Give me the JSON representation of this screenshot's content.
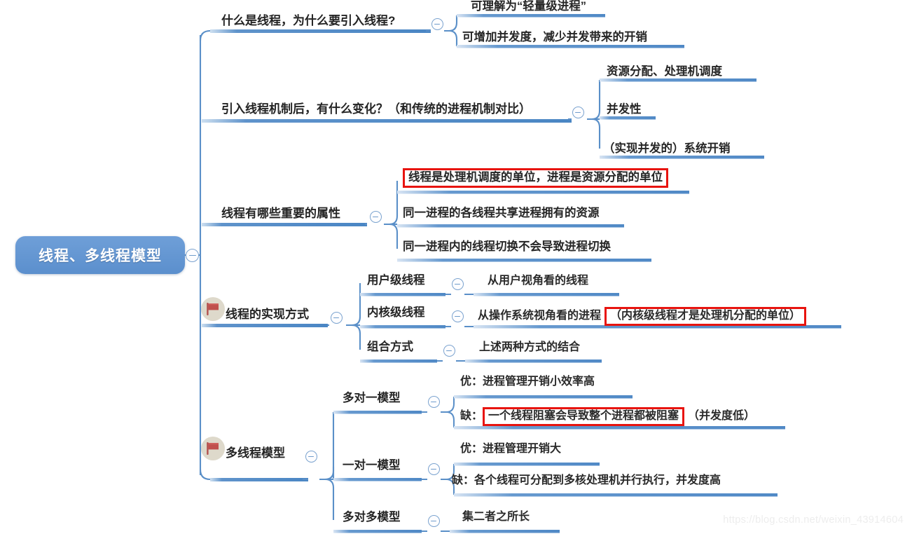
{
  "watermark": "https://blog.csdn.net/weixin_43914604",
  "colors": {
    "root_fill": "#5b8fcd",
    "root_text": "#ffffff",
    "branch_line": "#5a8fc8",
    "underline_dark": "#4a86c4",
    "underline_light": "#b9d2ea",
    "highlight_border": "#e8140f",
    "toggle_border": "#7ba3cf",
    "flag_badge_bg": "#ded9cb",
    "flag_red": "#c0504d",
    "text": "#2b2b2b",
    "background": "#ffffff"
  },
  "root": {
    "label": "线程、多线程模型",
    "toggle": "collapse-toggle"
  },
  "branches": [
    {
      "id": "b1",
      "label": "什么是线程，为什么要引入线程?",
      "flag": false,
      "children": [
        {
          "label": "可理解为“轻量级进程”",
          "highlight": null,
          "children": []
        },
        {
          "label": "可增加并发度，减少并发带来的开销",
          "highlight": null,
          "children": []
        }
      ]
    },
    {
      "id": "b2",
      "label": "引入线程机制后，有什么变化？（和传统的进程机制对比）",
      "flag": false,
      "children": [
        {
          "label": "资源分配、处理机调度",
          "highlight": null,
          "children": []
        },
        {
          "label": "并发性",
          "highlight": null,
          "children": []
        },
        {
          "label": "（实现并发的）系统开销",
          "highlight": null,
          "children": []
        }
      ]
    },
    {
      "id": "b3",
      "label": "线程有哪些重要的属性",
      "flag": false,
      "children": [
        {
          "label": "线程是处理机调度的单位，进程是资源分配的单位",
          "highlight": "full",
          "children": []
        },
        {
          "label": "同一进程的各线程共享进程拥有的资源",
          "highlight": null,
          "children": []
        },
        {
          "label": "同一进程内的线程切换不会导致进程切换",
          "highlight": null,
          "children": []
        }
      ]
    },
    {
      "id": "b4",
      "label": "线程的实现方式",
      "flag": true,
      "children": [
        {
          "label": "用户级线程",
          "highlight": null,
          "children": [
            {
              "prefix": "",
              "label": "从用户视角看的线程",
              "suffix": "",
              "highlight": null
            }
          ]
        },
        {
          "label": "内核级线程",
          "highlight": null,
          "children": [
            {
              "prefix": "从操作系统视角看的进程",
              "label": "（内核级线程才是处理机分配的单位）",
              "suffix": "",
              "highlight": "partial"
            }
          ]
        },
        {
          "label": "组合方式",
          "highlight": null,
          "children": [
            {
              "prefix": "",
              "label": "上述两种方式的结合",
              "suffix": "",
              "highlight": null
            }
          ]
        }
      ]
    },
    {
      "id": "b5",
      "label": "多线程模型",
      "flag": true,
      "children": [
        {
          "label": "多对一模型",
          "highlight": null,
          "children": [
            {
              "prefix": "",
              "label": "优：进程管理开销小效率高",
              "suffix": "",
              "highlight": null
            },
            {
              "prefix": "缺：",
              "label": "一个线程阻塞会导致整个进程都被阻塞",
              "suffix": "（并发度低）",
              "highlight": "partial"
            }
          ]
        },
        {
          "label": "一对一模型",
          "highlight": null,
          "children": [
            {
              "prefix": "",
              "label": "优：进程管理开销大",
              "suffix": "",
              "highlight": null
            },
            {
              "prefix": "",
              "label": "缺：各个线程可分配到多核处理机并行执行，并发度高",
              "suffix": "",
              "highlight": null
            }
          ]
        },
        {
          "label": "多对多模型",
          "highlight": null,
          "children": [
            {
              "prefix": "",
              "label": "集二者之所长",
              "suffix": "",
              "highlight": null
            }
          ]
        }
      ]
    }
  ]
}
